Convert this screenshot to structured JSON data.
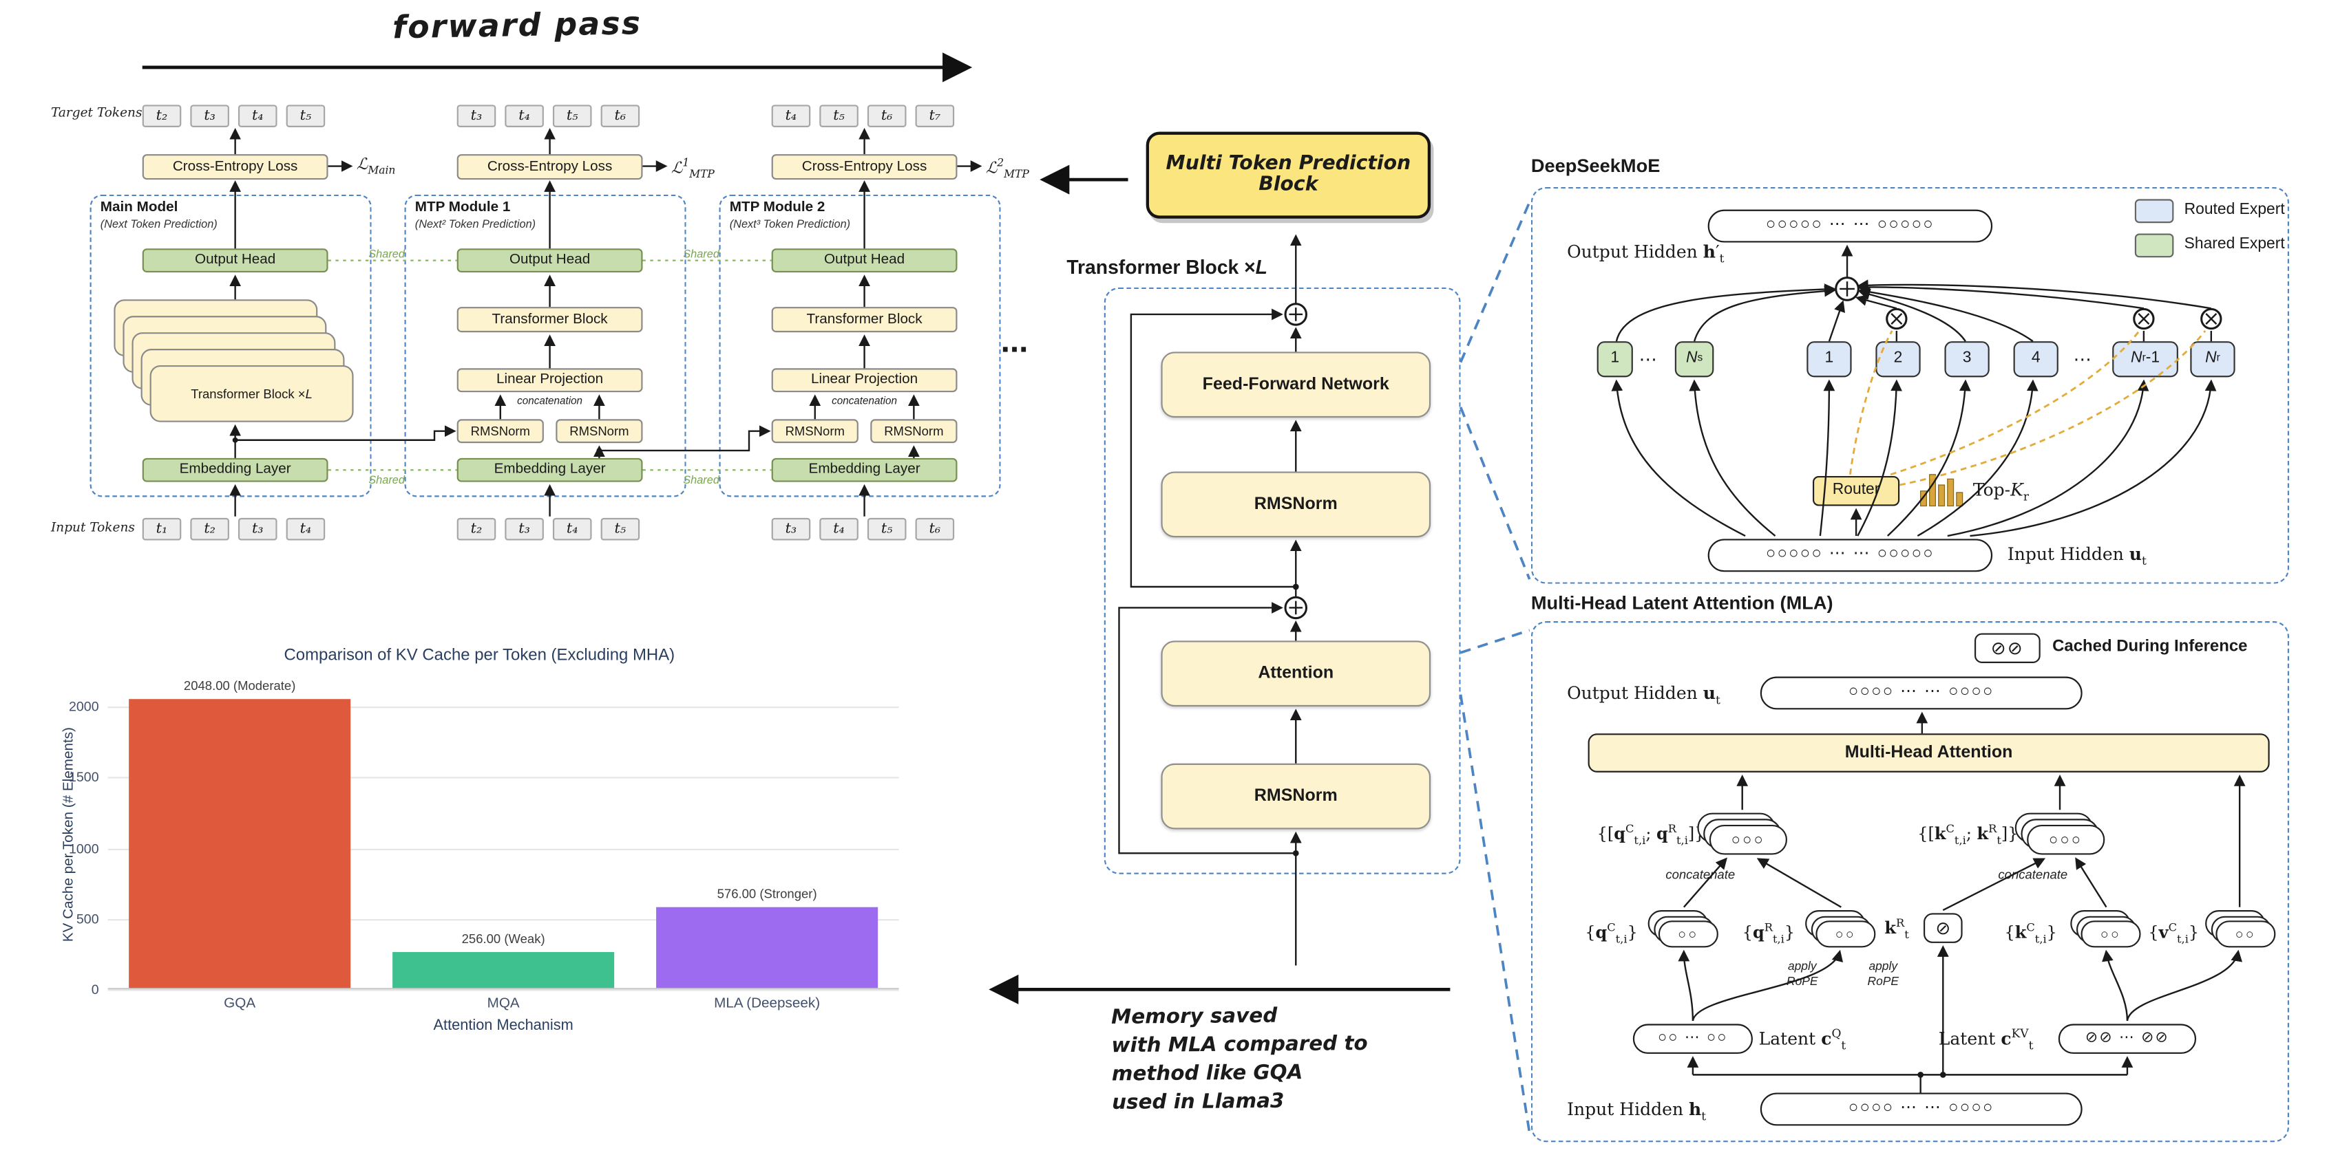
{
  "colors": {
    "accent": "#4d84c4",
    "cream": "#fdf3cf",
    "green_box": "#c8ddad",
    "sticky": "#fbe57e",
    "routed": "#dce8f8",
    "shared": "#cfe6c0",
    "router": "#fbe9a6",
    "gold": "#e2ab3a",
    "bar_gqa": "#df5a3d",
    "bar_mqa": "#3fc08f",
    "bar_mla": "#9d6bf0"
  },
  "forward": {
    "title": "forward pass",
    "target_tokens_label": "Target Tokens",
    "input_tokens_label": "Input Tokens",
    "labels": {
      "cross_entropy": "Cross-Entropy Loss",
      "output_head": "Output Head",
      "embedding": "Embedding Layer",
      "transformer_block": "Transformer Block",
      "linear_projection": "Linear Projection",
      "rmsnorm": "RMSNorm",
      "concatenation": "concatenation",
      "shared": "Shared",
      "stack_html": "Transformer Block × <i>L</i>",
      "ellipsis": "..."
    },
    "losses": [
      "ℒ<sub>Main</sub>",
      "ℒ<sup>1</sup><sub>MTP</sub>",
      "ℒ<sup>2</sup><sub>MTP</sub>"
    ],
    "modules": [
      {
        "name": "Main Model",
        "subtitle": "(Next Token Prediction)",
        "targets": [
          "t₂",
          "t₃",
          "t₄",
          "t₅"
        ],
        "inputs": [
          "t₁",
          "t₂",
          "t₃",
          "t₄"
        ]
      },
      {
        "name": "MTP Module 1",
        "subtitle": "(Next² Token Prediction)",
        "targets": [
          "t₃",
          "t₄",
          "t₅",
          "t₆"
        ],
        "inputs": [
          "t₂",
          "t₃",
          "t₄",
          "t₅"
        ]
      },
      {
        "name": "MTP Module 2",
        "subtitle": "(Next³ Token Prediction)",
        "targets": [
          "t₄",
          "t₅",
          "t₆",
          "t₇"
        ],
        "inputs": [
          "t₃",
          "t₄",
          "t₅",
          "t₆"
        ]
      }
    ]
  },
  "transformer": {
    "title_html": "Transformer Block ×<i>L</i>",
    "ffn": "Feed-Forward Network",
    "rmsnorm": "RMSNorm",
    "attention": "Attention"
  },
  "moe": {
    "title": "DeepSeekMoE",
    "legend": [
      {
        "label": "Routed Expert"
      },
      {
        "label": "Shared Expert"
      }
    ],
    "output_hidden_html": "Output Hidden <b>h</b>′<sub>t</sub>",
    "input_hidden_html": "Input Hidden <b>u</b><sub>t</sub>",
    "capsule_cells": "○○○○○ ⋯ ⋯ ○○○○○",
    "shared_experts": [
      "1",
      "⋯",
      "<i>N</i><sub>s</sub>"
    ],
    "routed_experts": [
      "1",
      "2",
      "3",
      "4",
      "⋯",
      "<i>N</i><sub>r</sub>-1",
      "<i>N</i><sub>r</sub>"
    ],
    "router": "Router",
    "topk_html": "Top-<i>K</i><sub>r</sub>"
  },
  "mla": {
    "title": "Multi-Head Latent Attention (MLA)",
    "cached_icons": "⊘⊘",
    "cached_label": "Cached During Inference",
    "output_hidden_html": "Output Hidden <b>u</b><sub>t</sub>",
    "input_hidden_html": "Input Hidden <b>h</b><sub>t</sub>",
    "mha": "Multi-Head Attention",
    "q_concat_html": "{[<b>q</b><sup>C</sup><sub>t,i</sub>; <b>q</b><sup>R</sup><sub>t,i</sub>]}",
    "k_concat_html": "{[<b>k</b><sup>C</sup><sub>t,i</sub>; <b>k</b><sup>R</sup><sub>t</sub>]}",
    "concatenate": "concatenate",
    "q_c_html": "{<b>q</b><sup>C</sup><sub>t,i</sub>}",
    "q_r_html": "{<b>q</b><sup>R</sup><sub>t,i</sub>}",
    "k_r_html": "<b>k</b><sup>R</sup><sub>t</sub>",
    "k_c_html": "{<b>k</b><sup>C</sup><sub>t,i</sub>}",
    "v_c_html": "{<b>v</b><sup>C</sup><sub>t,i</sub>}",
    "apply_rope_html": "apply<br>RoPE",
    "latent_q_html": "Latent <b>c</b><sup>Q</sup><sub>t</sub>",
    "latent_kv_html": "Latent <b>c</b><sup>KV</sup><sub>t</sub>",
    "cells3": "○○○",
    "cells2": "○○",
    "slash": "⊘",
    "latent_q_cells": "○○ ⋯ ○○",
    "latent_kv_cells": "⊘⊘ ⋯ ⊘⊘",
    "hidden_cells": "○○○○ ⋯ ⋯ ○○○○"
  },
  "notes": {
    "mtp_block": "Multi Token Prediction Block",
    "memory_lines": [
      "Memory saved",
      "with MLA compared to",
      "method like GQA",
      "used in Llama3"
    ],
    "ellipsis": "..."
  },
  "chart_data": {
    "type": "bar",
    "title": "Comparison of KV Cache per Token (Excluding MHA)",
    "categories": [
      "GQA",
      "MQA",
      "MLA (Deepseek)"
    ],
    "values": [
      2048,
      256,
      576
    ],
    "bar_labels": [
      "2048.00 (Moderate)",
      "256.00 (Weak)",
      "576.00 (Stronger)"
    ],
    "bar_colors": [
      "#df5a3d",
      "#3fc08f",
      "#9d6bf0"
    ],
    "xlabel": "Attention Mechanism",
    "ylabel": "KV Cache per Token (# Elements)",
    "yticks": [
      0,
      500,
      1000,
      1500,
      2000
    ],
    "ylim": [
      0,
      2150
    ],
    "grid": true,
    "legend_position": "none"
  }
}
